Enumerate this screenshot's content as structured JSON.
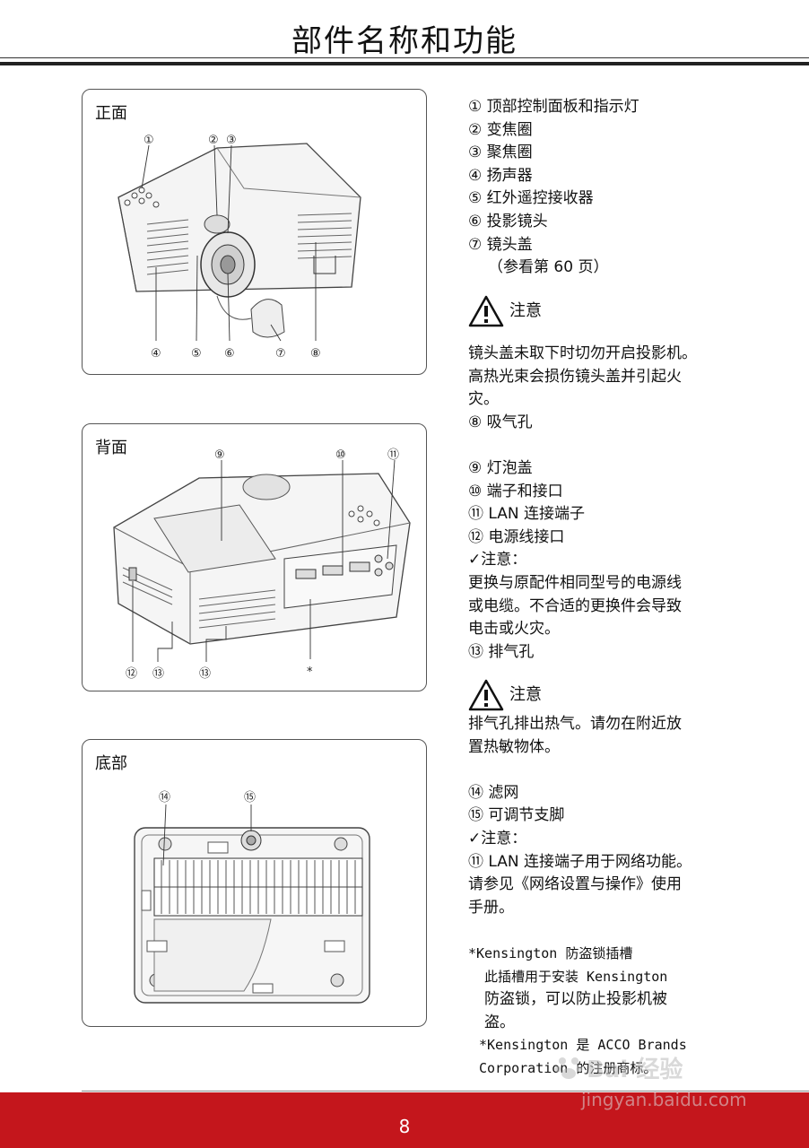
{
  "page": {
    "title": "部件名称和功能",
    "page_number": "8"
  },
  "panels": {
    "front": {
      "label": "正面",
      "callouts": [
        "①",
        "②",
        "③",
        "④",
        "⑤",
        "⑥",
        "⑦",
        "⑧"
      ]
    },
    "back": {
      "label": "背面",
      "callouts": [
        "⑨",
        "⑩",
        "⑪",
        "⑫",
        "⑬",
        "⑬",
        "*"
      ]
    },
    "bottom": {
      "label": "底部",
      "callouts": [
        "⑭",
        "⑮"
      ]
    }
  },
  "text": {
    "block1": [
      "① 顶部控制面板和指示灯",
      "② 变焦圈",
      "③ 聚焦圈",
      "④ 扬声器",
      "⑤ 红外遥控接收器",
      "⑥ 投影镜头",
      "⑦ 镜头盖",
      "（参看第 60 页）"
    ],
    "caution1": {
      "label": "注意",
      "lines": [
        "镜头盖未取下时切勿开启投影机。",
        "高热光束会损伤镜头盖并引起火",
        "灾。"
      ]
    },
    "item8": "⑧ 吸气孔",
    "block2": [
      "⑨ 灯泡盖",
      "⑩ 端子和接口",
      "⑪ LAN 连接端子",
      "⑫ 电源线接口"
    ],
    "note1": {
      "label": "✓注意：",
      "lines": [
        "更换与原配件相同型号的电源线",
        "或电缆。不合适的更换件会导致",
        "电击或火灾。"
      ]
    },
    "item13": "⑬ 排气孔",
    "caution2": {
      "label": "注意",
      "lines": [
        "排气孔排出热气。请勿在附近放",
        "置热敏物体。"
      ]
    },
    "block3": [
      "⑭ 滤网",
      "⑮ 可调节支脚"
    ],
    "note2": {
      "label": "✓注意：",
      "lines": [
        "⑪ LAN 连接端子用于网络功能。",
        "请参见《网络设置与操作》使用",
        "手册。"
      ]
    },
    "kensington": {
      "title": "*Kensington 防盗锁插槽",
      "lines": [
        "此插槽用于安装 Kensington",
        "防盗锁，可以防止投影机被",
        "盗。"
      ],
      "trademark": [
        "*Kensington 是 ACCO Brands",
        "Corporation 的注册商标。"
      ]
    }
  },
  "watermark": {
    "top": "Bai 经验",
    "bottom": "jingyan.baidu.com"
  },
  "colors": {
    "footer": "#c4161c"
  }
}
